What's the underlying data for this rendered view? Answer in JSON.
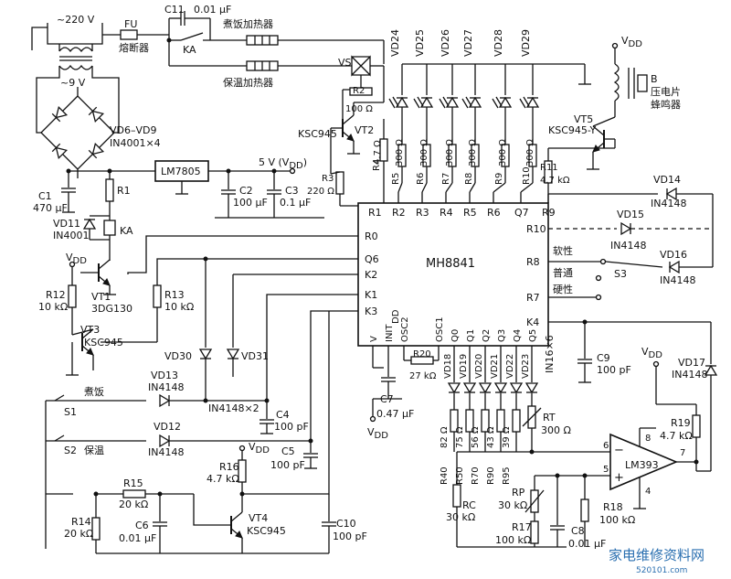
{
  "power": {
    "ac_input": "~220 V",
    "transformer_secondary": "~9 V",
    "fuse": "FU",
    "fuse_cn": "熔断器",
    "capacitor_c11": "C11",
    "capacitor_c11_value": "0.01 μF",
    "relay_contact": "KA",
    "bridge": "VD6–VD9",
    "bridge_type": "IN4001×4",
    "c1": "C1",
    "c1_value": "470 μF",
    "regulator": "LM7805",
    "vdd_label": "5 V (V",
    "vdd_sub": "DD",
    "vdd_close": ")",
    "c2": "C2",
    "c2_value": "100 μF",
    "c3": "C3",
    "c3_value": "0.1 μF"
  },
  "heaters": {
    "cook": "煮饭加热器",
    "keep_warm": "保温加热器",
    "triac": "VS",
    "r2": "R2",
    "r2_value": "100 Ω",
    "vt2": "VT2",
    "vt2_type": "KSC945",
    "r3": "R3",
    "r3_value": "220 Ω"
  },
  "relay_driver": {
    "r1": "R1",
    "vd11": "VD11",
    "vd11_type": "IN4001",
    "ka": "KA",
    "vdd": "V",
    "vdd_sub": "DD",
    "vt1": "VT1",
    "vt1_type": "3DG130",
    "r12": "R12",
    "r12_value": "10 kΩ",
    "r13": "R13",
    "r13_value": "10 kΩ",
    "vt3": "VT3",
    "vt3_type": "KSC945"
  },
  "leds": {
    "labels": [
      "VD24",
      "VD25",
      "VD26",
      "VD27",
      "VD28",
      "VD29"
    ],
    "resistors": [
      "R5",
      "R6",
      "R7",
      "R8",
      "R9",
      "R10"
    ],
    "value": "300 Ω",
    "r4": "R4",
    "r4_value": "4.7 Ω",
    "r11": "R11",
    "r11_value": "4.7 kΩ"
  },
  "buzzer": {
    "vdd": "V",
    "vdd_sub": "DD",
    "b": "B",
    "name1": "压电片",
    "name2": "蜂鸣器",
    "vt5": "VT5",
    "vt5_type": "KSC945-Y"
  },
  "mcu": {
    "name": "MH8841",
    "top_pins": [
      "R1",
      "R2",
      "R3",
      "R4",
      "R5",
      "R6",
      "Q7",
      "R9"
    ],
    "left_pins": [
      "R0",
      "Q6",
      "K2",
      "K1",
      "K3"
    ],
    "right_pins": [
      "R10",
      "R8",
      "R7",
      "K4"
    ],
    "bottom_pins": [
      "V",
      "INIT",
      "OSC2",
      "OSC1",
      "Q0",
      "Q1",
      "Q2",
      "Q3",
      "Q4",
      "Q5"
    ],
    "vdd_sub": "DD"
  },
  "mode_switch": {
    "soft": "软性",
    "normal": "普通",
    "hard": "硬性",
    "s3": "S3",
    "vd14": "VD14",
    "vd15": "VD15",
    "vd16": "VD16",
    "diode_type": "IN4148"
  },
  "inputs": {
    "vd30": "VD30",
    "vd31": "VD31",
    "pair_type": "IN4148×2",
    "vd13": "VD13",
    "vd12": "VD12",
    "diode_type": "IN4148",
    "s1": "S1",
    "s1_cn": "煮饭",
    "s2": "S2",
    "s2_cn": "保温",
    "c4": "C4",
    "c4_value": "100 pF",
    "c5": "C5",
    "c5_value": "100 pF",
    "r16": "R16",
    "r16_value": "4.7 kΩ",
    "vt4": "VT4",
    "vt4_type": "KSC945",
    "vdd": "V",
    "vdd_sub": "DD",
    "r15": "R15",
    "r15_value": "20 kΩ",
    "r14": "R14",
    "r14_value": "20 kΩ",
    "c6": "C6",
    "c6_value": "0.01 μF",
    "c10": "C10",
    "c10_value": "100 pF"
  },
  "oscillator": {
    "r20": "R20",
    "r20_value": "27 kΩ",
    "c7": "C7",
    "c7_value": "0.47 μF",
    "vdd": "V",
    "vdd_sub": "DD",
    "c9": "C9",
    "c9_value": "100 pF"
  },
  "sensor": {
    "diodes": [
      "VD18",
      "VD19",
      "VD20",
      "VD21",
      "VD22",
      "VD23"
    ],
    "diodes_type": "IN16×6",
    "resistors": [
      "R40",
      "R50",
      "R70",
      "R90",
      "R95"
    ],
    "values": [
      "82 Ω",
      "75 Ω",
      "56 Ω",
      "43 Ω",
      "39 Ω"
    ],
    "rt": "RT",
    "rt_value": "300 Ω",
    "rc": "RC",
    "rc_value": "30 kΩ",
    "rp": "RP",
    "rp_value": "30 kΩ",
    "r17": "R17",
    "r17_value": "100 kΩ",
    "c8": "C8",
    "c8_value": "0.01 μF",
    "comparator": "LM393",
    "pin6": "6",
    "pin5": "5",
    "pin8": "8",
    "pin4": "4",
    "pin7": "7",
    "r18": "R18",
    "r18_value": "100 kΩ",
    "r19": "R19",
    "r19_value": "4.7 kΩ",
    "vd17": "VD17",
    "vd17_type": "IN4148",
    "vdd": "V",
    "vdd_sub": "DD"
  },
  "watermark": {
    "text": "家电维修资料网",
    "url": "520101.com"
  }
}
